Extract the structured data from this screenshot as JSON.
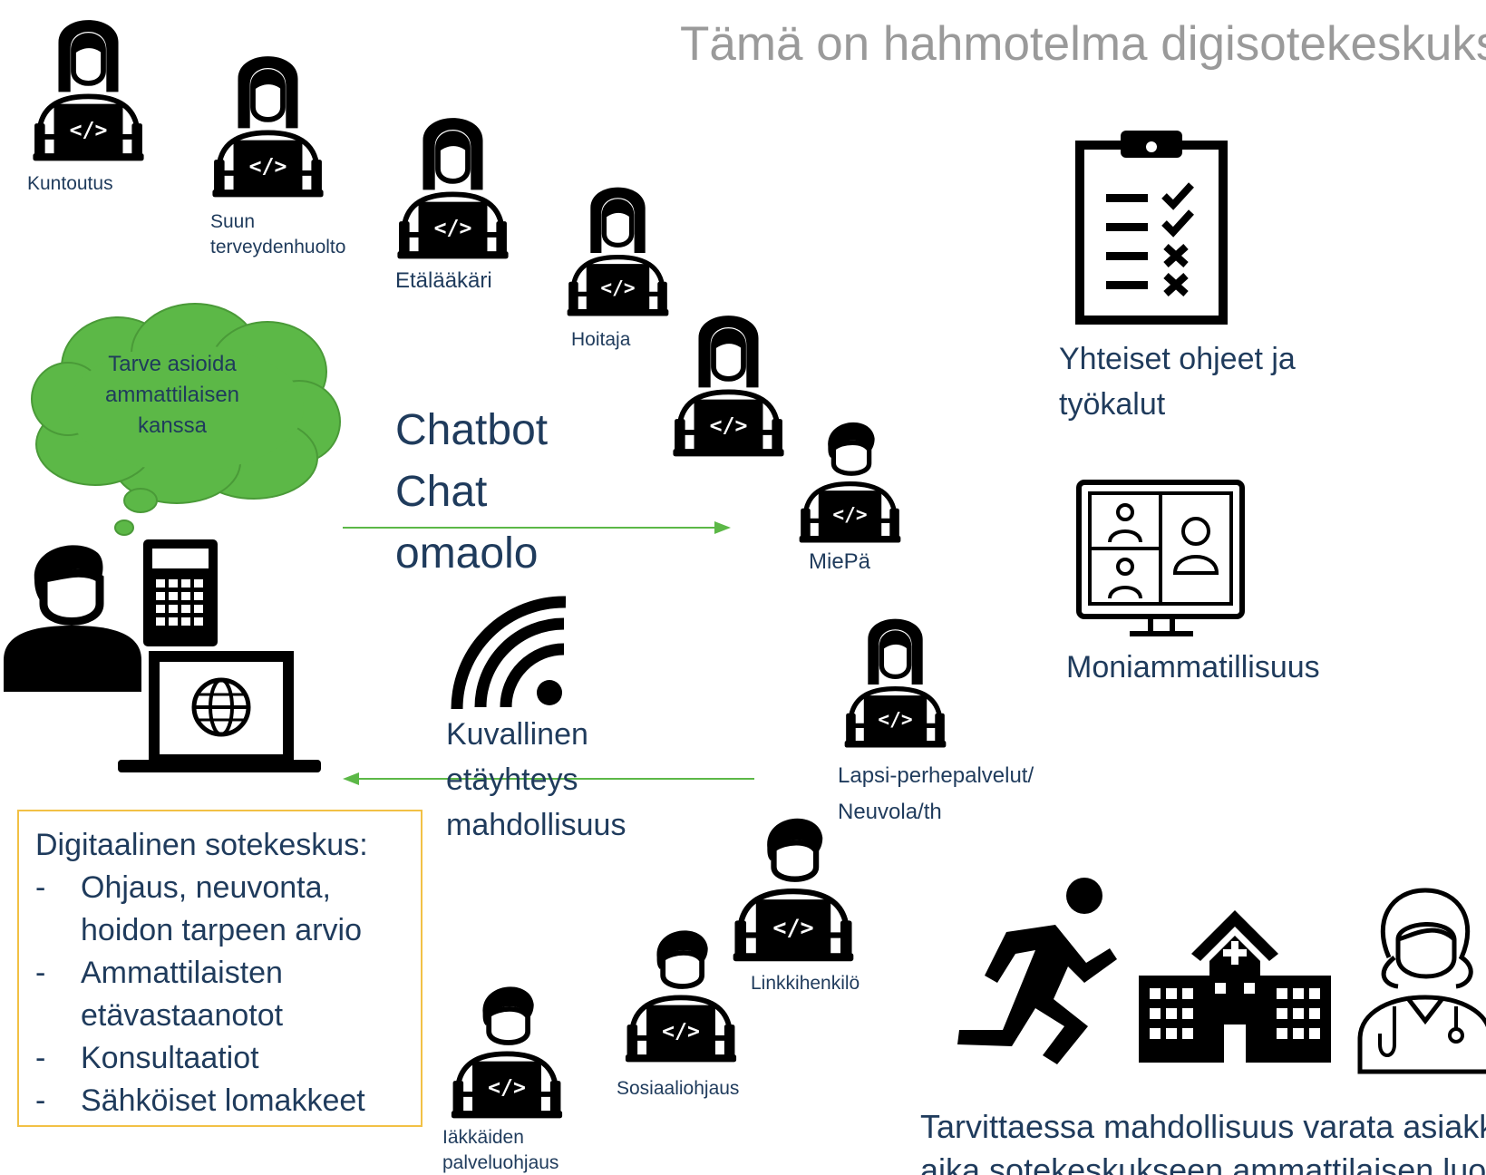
{
  "title": "Tämä on hahmotelma digisotekeskuksesta",
  "roles": {
    "kuntoutus": "Kuntoutus",
    "suun_1": "Suun",
    "suun_2": "terveydenhuolto",
    "etalaakari": "Etälääkäri",
    "hoitaja": "Hoitaja",
    "miepa": "MiePä",
    "lapsi_1": "Lapsi-perhepalvelut/",
    "lapsi_2": "Neuvola/th",
    "linkkihenkilo": "Linkkihenkilö",
    "sosiaaliohjaus": "Sosiaaliohjaus",
    "ikkaiden_1": "Iäkkäiden",
    "ikkaiden_2": "palveluohjaus"
  },
  "cloud": {
    "line1": "Tarve asioida",
    "line2": "ammattilaisen",
    "line3": "kanssa"
  },
  "channels": {
    "chatbot": "Chatbot",
    "chat": "Chat",
    "omaolo": "omaolo"
  },
  "video": {
    "line1": "Kuvallinen",
    "line2": "etäyhteys",
    "line3": "mahdollisuus"
  },
  "side": {
    "tools_1": "Yhteiset ohjeet ja",
    "tools_2": "työkalut",
    "multi": "Moniammatillisuus"
  },
  "box": {
    "heading": "Digitaalinen sotekeskus:",
    "items": [
      "Ohjaus, neuvonta, hoidon tarpeen arvio",
      "Ammattilaisten etävastaanotot",
      "Konsultaatiot",
      "Sähköiset lomakkeet"
    ]
  },
  "bottom": {
    "line1": "Tarvittaessa mahdollisuus varata asiakkaalle",
    "line2": "aika sotekeskukseen ammattilaisen luo"
  },
  "colors": {
    "text": "#1f3b5c",
    "title": "#9a9a9a",
    "cloud": "#5cb847",
    "arrow": "#5cb847",
    "box_border": "#f2c145"
  }
}
